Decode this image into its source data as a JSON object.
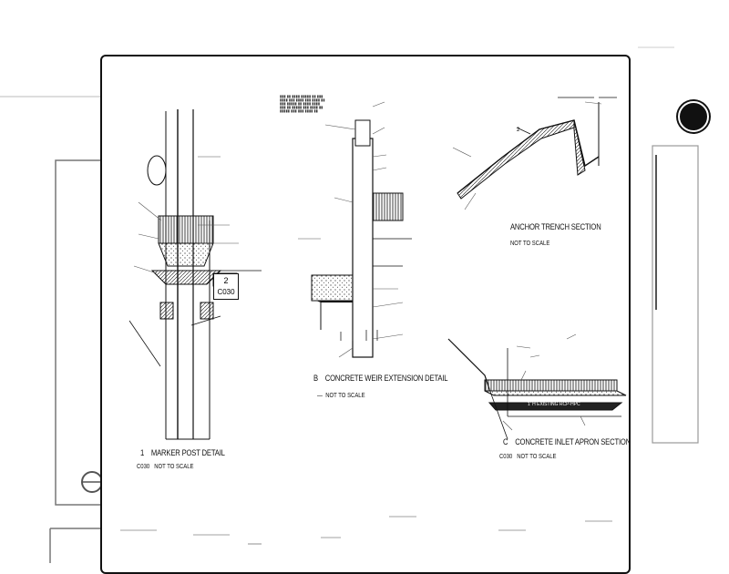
{
  "details": {
    "marker_post": {
      "number": "1",
      "title": "MARKER POST DETAIL",
      "sheet": "C030",
      "scale": "NOT TO SCALE"
    },
    "weir": {
      "number": "B",
      "title": "CONCRETE WEIR EXTENSION DETAIL",
      "scale": "NOT TO SCALE"
    },
    "anchor": {
      "title": "ANCHOR TRENCH SECTION",
      "scale": "NOT TO SCALE"
    },
    "inlet": {
      "number": "C",
      "title": "CONCRETE INLET APRON SECTION",
      "sheet": "C030",
      "scale": "NOT TO SCALE"
    }
  },
  "callout": {
    "number": "2",
    "sheet": "C030"
  },
  "inlet_pipe_label": "1' H EXISTING RCP-HPC"
}
